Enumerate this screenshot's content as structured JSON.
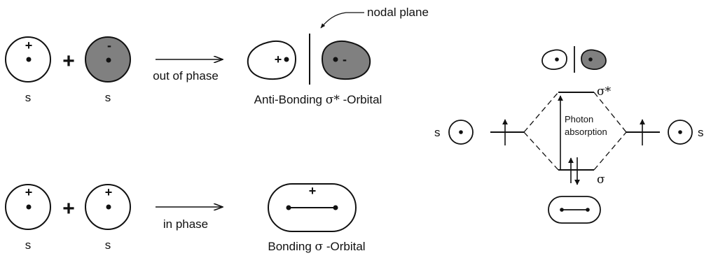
{
  "labels": {
    "s": "s",
    "plus": "+",
    "minus": "-",
    "out_of_phase": "out of phase",
    "in_phase": "in phase",
    "nodal_plane": "nodal plane",
    "antibonding_prefix": "Anti-Bonding ",
    "antibonding_symbol": "σ*",
    "antibonding_suffix": " -Orbital",
    "bonding_prefix": "Bonding ",
    "bonding_symbol": "σ",
    "bonding_suffix": " -Orbital",
    "sigma_star": "σ*",
    "sigma": "σ",
    "photon": "Photon",
    "absorption": "absorption"
  },
  "colors": {
    "stroke": "#111111",
    "shaded_lobe": "#808080",
    "background": "#ffffff"
  }
}
